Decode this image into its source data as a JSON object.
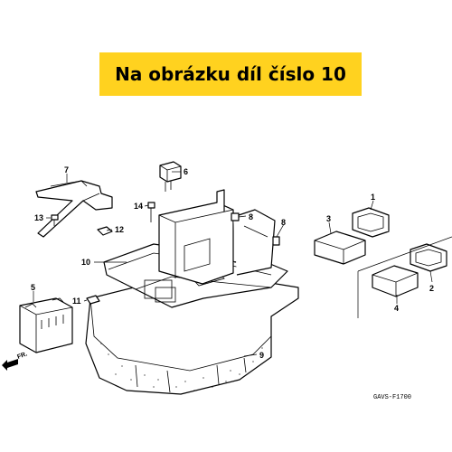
{
  "banner": {
    "text": "Na obrázku díl číslo 10",
    "color": "#ffd21f"
  },
  "diagram": {
    "callouts": {
      "c1": "1",
      "c2": "2",
      "c3": "3",
      "c4": "4",
      "c5": "5",
      "c6": "6",
      "c7": "7",
      "c8a": "8",
      "c8b": "8",
      "c9": "9",
      "c10": "10",
      "c11": "11",
      "c12": "12",
      "c13": "13",
      "c14": "14"
    },
    "direction_label": "FR.",
    "drawing_code": "GAVS-F1700"
  }
}
